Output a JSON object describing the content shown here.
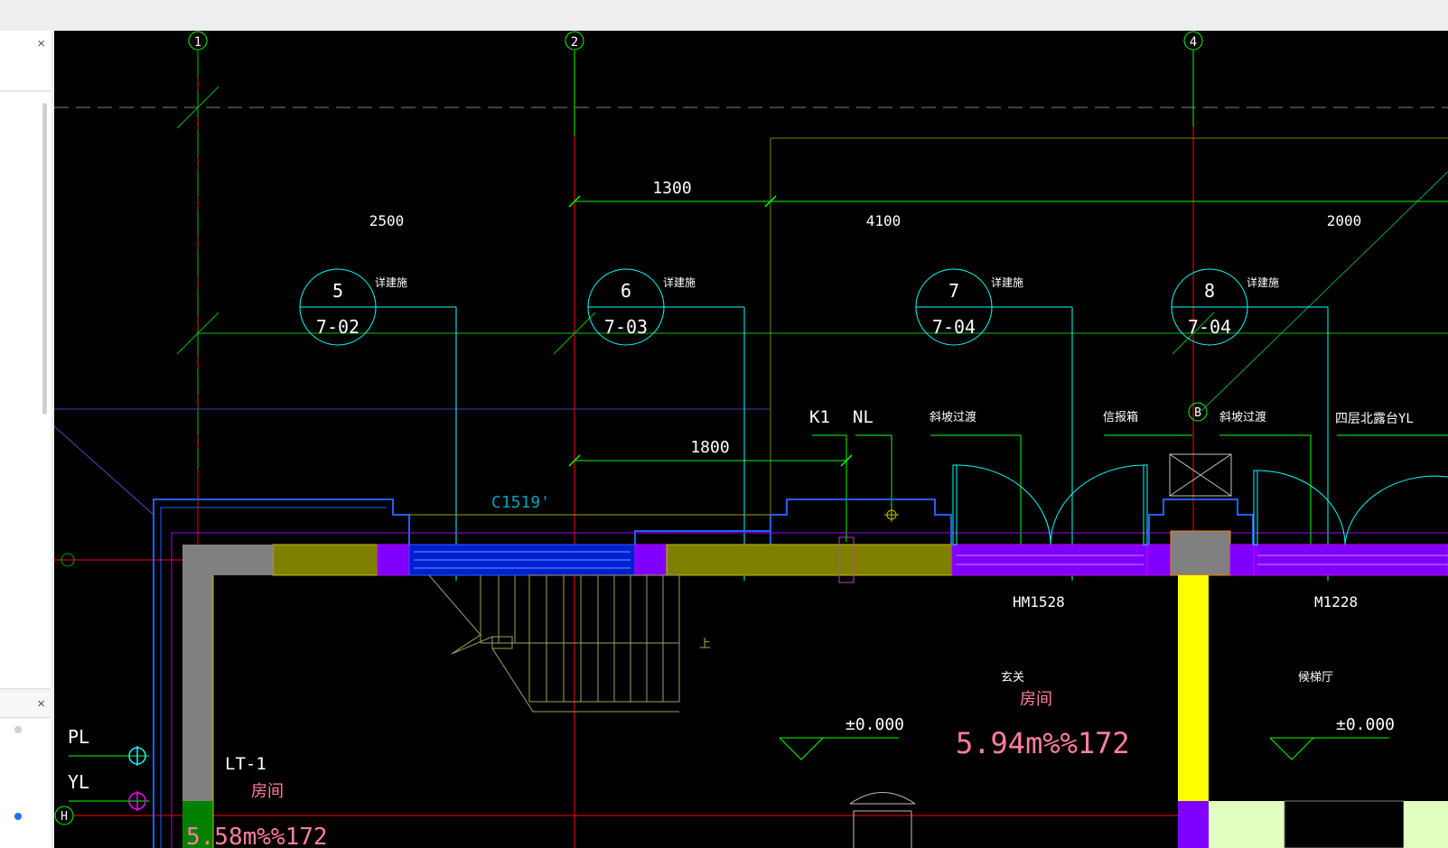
{
  "left_panel": {
    "top_close": "×",
    "bottom_close": "×",
    "collapse_arrow": "‹"
  },
  "drawing": {
    "grid_axes": {
      "axis_1": "1",
      "axis_2": "2",
      "axis_4": "4",
      "axis_B": "B",
      "axis_H": "H"
    },
    "dimensions": {
      "d2500": "2500",
      "d1300": "1300",
      "d4100": "4100",
      "d2000": "2000",
      "d1800": "1800"
    },
    "detail_callouts": [
      {
        "num": "5",
        "sheet": "7-02",
        "note": "详建施"
      },
      {
        "num": "6",
        "sheet": "7-03",
        "note": "详建施"
      },
      {
        "num": "7",
        "sheet": "7-04",
        "note": "详建施"
      },
      {
        "num": "8",
        "sheet": "7-04",
        "note": "详建施"
      }
    ],
    "labels": {
      "k1": "K1",
      "nl": "NL",
      "slope1": "斜坡过渡",
      "drain": "信报箱",
      "slope2": "斜坡过渡",
      "yl_top": "四层北露台YL",
      "window": "C1519'",
      "door1": "HM1528",
      "door2": "M1228",
      "entry": "玄关",
      "room1": "房间",
      "elevator_hall": "候梯厅",
      "level1": "±0.000",
      "level2": "±0.000",
      "area": "5.94m%%172",
      "pl": "PL",
      "yl": "YL",
      "lt": "LT-1",
      "room2": "房间",
      "up_mark": "上",
      "bottom_cut": "5.58m%%172"
    }
  },
  "colors": {
    "canvas_bg": "#000000",
    "axis_red": "#ff0000",
    "dim_green": "#00ff00",
    "cyan": "#00ffff",
    "wall_fill": "#808000",
    "magenta": "#8000ff",
    "blue_window": "#0030ff",
    "yellow_column": "#ffff00",
    "pink_text": "#ff7f9f"
  }
}
